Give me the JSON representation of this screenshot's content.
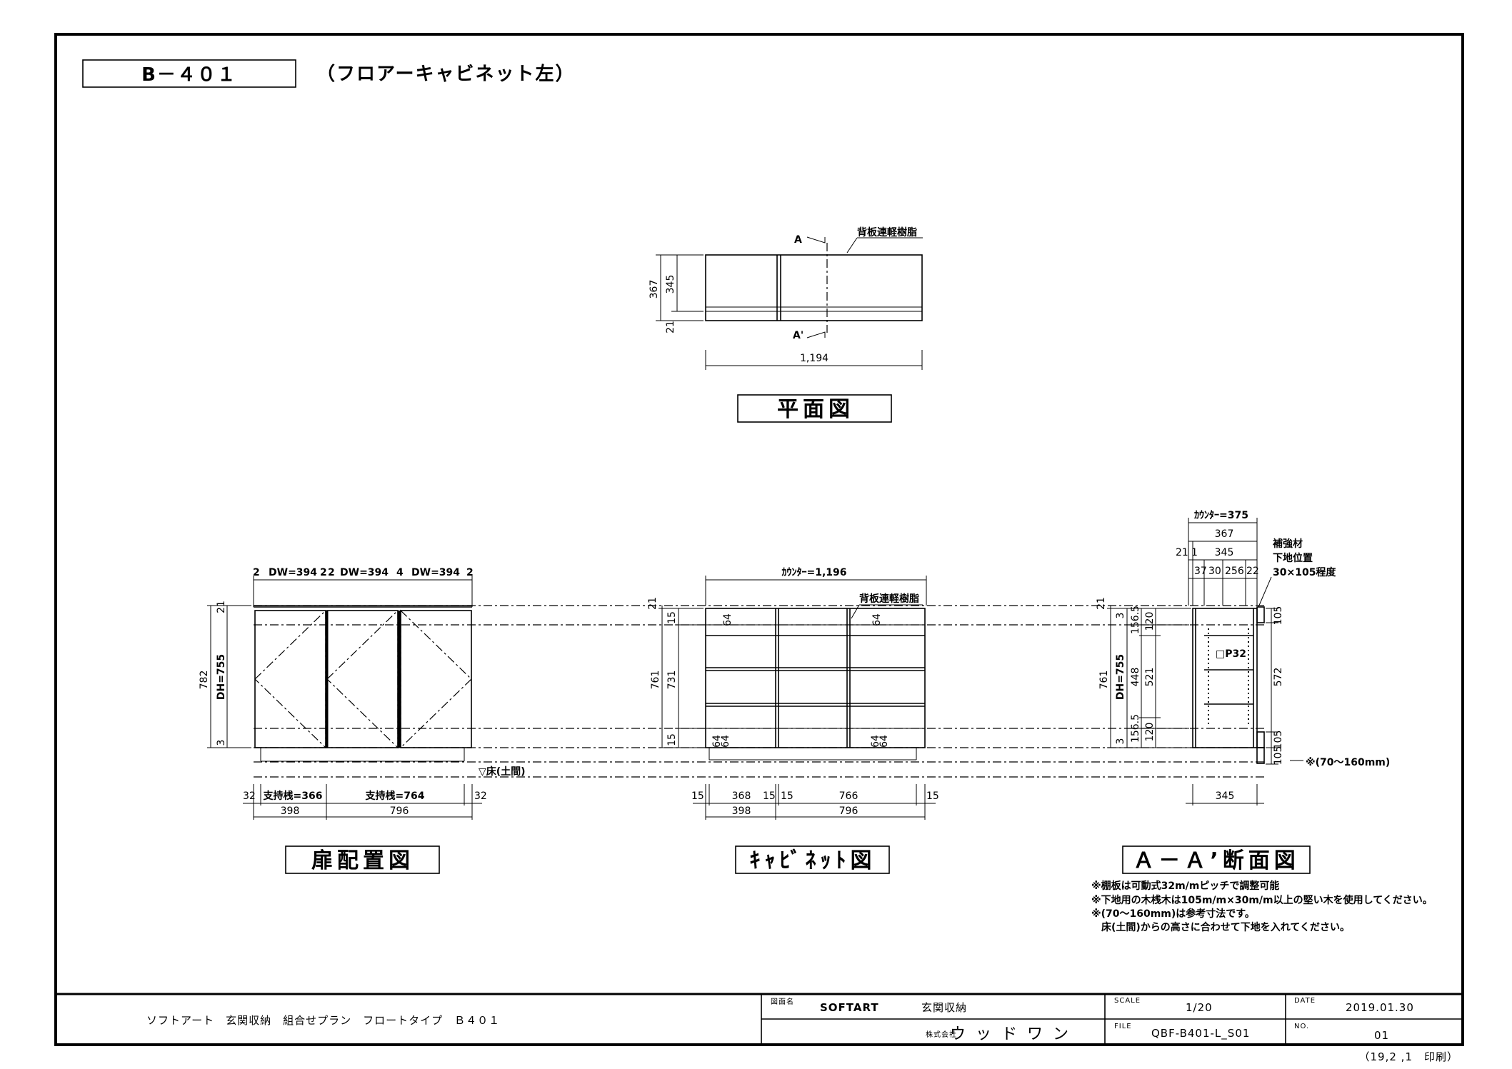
{
  "header": {
    "code": "B－４０１",
    "name": "（フロアーキャビネット左）"
  },
  "plan_view": {
    "title": "平面図",
    "label_back": "背板連軽樹脂",
    "section_a": "A",
    "section_a2": "A'",
    "dim_367": "367",
    "dim_345": "345",
    "dim_21": "21",
    "dim_width": "1,194"
  },
  "door_view": {
    "title": "扉配置図",
    "top_dims": [
      "2",
      "DW=394",
      "2",
      "2",
      "DW=394",
      "4",
      "DW=394",
      "2"
    ],
    "dim_21": "21",
    "dim_3": "3",
    "dim_782": "782",
    "dim_dh": "DH=755",
    "floor": "▽床(土間)",
    "sup_32a": "32",
    "sup_366": "支持桟=366",
    "sup_764": "支持桟=764",
    "sup_32b": "32",
    "base_398": "398",
    "base_796": "796"
  },
  "cabinet_view": {
    "title": "ｷｬﾋﾞﾈｯﾄ図",
    "counter": "ｶｳﾝﾀｰ=1,196",
    "label_back": "背板連軽樹脂",
    "dim_21": "21",
    "dim_15a": "15",
    "dim_15b": "15",
    "dim_761": "761",
    "dim_731": "731",
    "dim_64": [
      "64",
      "64",
      "64",
      "64",
      "64",
      "64"
    ],
    "b_15a": "15",
    "b_368": "368",
    "b_15b": "15",
    "b_15c": "15",
    "b_766": "766",
    "b_15d": "15",
    "base_398": "398",
    "base_796": "796"
  },
  "section_view": {
    "title": "Ａ－Ａ’断面図",
    "counter": "ｶｳﾝﾀｰ=375",
    "dim_367": "367",
    "dim_21": "21",
    "dim_1": "1",
    "dim_345": "345",
    "dims_inner": [
      "37",
      "30",
      "256",
      "22"
    ],
    "reinforce": [
      "補強材",
      "下地位置",
      "30×105程度"
    ],
    "dim_21v": "21",
    "dim_3a": "3",
    "dim_1565a": "156.5",
    "dim_120a": "120",
    "dim_761": "761",
    "dim_dh": "DH=755",
    "dim_448": "448",
    "dim_521": "521",
    "dim_1565b": "156.5",
    "dim_120b": "120",
    "dim_3b": "3",
    "dim_105a": "105",
    "dim_572": "572",
    "dim_105b": "105",
    "dim_105c": "105",
    "p32": "□P32",
    "range": "※(70～160mm)",
    "bottom_345": "345"
  },
  "notes": [
    "※棚板は可動式32m/mピッチで調整可能",
    "※下地用の木桟木は105m/m×30m/m以上の堅い木を使用してください。",
    "※(70～160mm)は参考寸法です。",
    "　床(土間)からの高さに合わせて下地を入れてください。"
  ],
  "title_block": {
    "project": "ソフトアート　玄関収納　組合せプラン　フロートタイプ　Ｂ４０１",
    "drawing_label": "図面名",
    "softart": "SOFTART",
    "genkan": "玄関収納",
    "company_label": "株式会社",
    "company": "ウッドワン",
    "scale_label": "SCALE",
    "scale": "1/20",
    "file_label": "FILE",
    "file": "QBF-B401-L_S01",
    "date_label": "DATE",
    "date": "2019.01.30",
    "no_label": "NO.",
    "no": "01",
    "printed": "（19,2 ,1　印刷）"
  }
}
